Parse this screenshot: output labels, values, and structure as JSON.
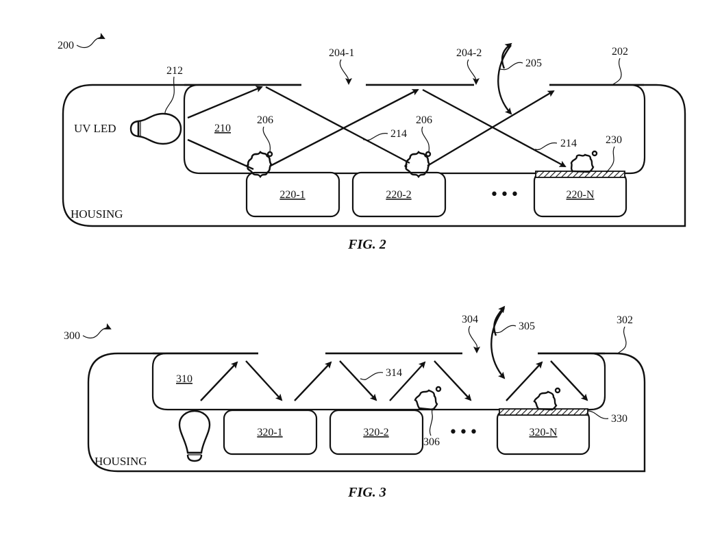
{
  "figures": [
    {
      "id": "fig2",
      "caption": "FIG. 2",
      "ref_main": "200",
      "housing_label": "HOUSING",
      "light_label": "UV LED",
      "labels": {
        "led": "212",
        "chamber": "210",
        "wall": "202",
        "opening_1": "204-1",
        "opening_2": "204-2",
        "motion": "205",
        "particle_1": "206",
        "particle_2": "206",
        "ray_1": "214",
        "ray_2": "214",
        "coating": "230"
      },
      "modules": [
        "220-1",
        "220-2",
        "220-N"
      ],
      "ellipsis": "•••"
    },
    {
      "id": "fig3",
      "caption": "FIG. 3",
      "ref_main": "300",
      "housing_label": "HOUSING",
      "labels": {
        "chamber": "310",
        "wall": "302",
        "opening": "304",
        "motion": "305",
        "particle": "306",
        "ray": "314",
        "coating": "330"
      },
      "modules": [
        "320-1",
        "320-2",
        "320-N"
      ],
      "ellipsis": "•••"
    }
  ]
}
